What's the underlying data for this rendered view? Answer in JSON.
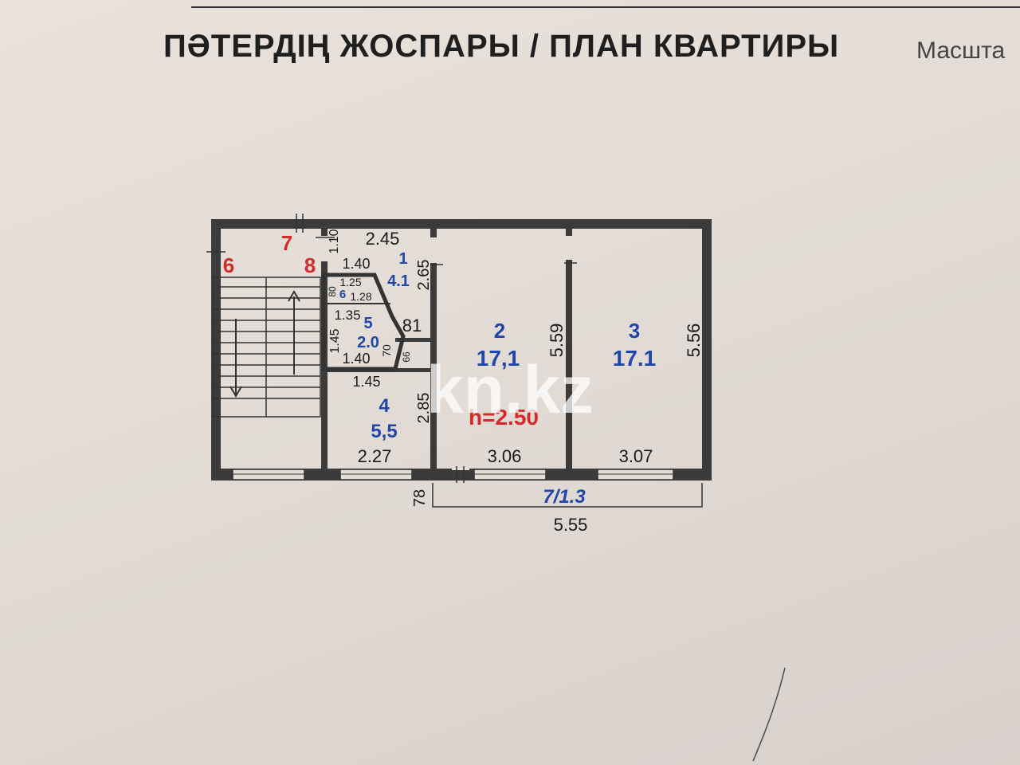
{
  "header": {
    "title": "ПӘТЕРДІҢ ЖОСПАРЫ / ПЛАН КВАРТИРЫ",
    "scale_label": "Масшта"
  },
  "plan": {
    "ceiling_height": "h=2.50",
    "watermark": "kn.kz",
    "rooms": [
      {
        "number": "1",
        "area": "4.1"
      },
      {
        "number": "2",
        "area": "17,1"
      },
      {
        "number": "3",
        "area": "17.1"
      },
      {
        "number": "4",
        "area": "5,5"
      },
      {
        "number": "5",
        "area": "2.0"
      },
      {
        "number": "6",
        "area": ""
      }
    ],
    "markers": [
      "6",
      "7",
      "8"
    ],
    "dimensions": {
      "d_245": "2.45",
      "d_110": "1.10",
      "d_140a": "1.40",
      "d_265": "2.65",
      "d_125": "1.25",
      "d_80": "80",
      "d_128": "1.28",
      "d_135": "1.35",
      "d_81": "81",
      "d_145v": "1.45",
      "d_70": "70",
      "d_140b": "1.40",
      "d_66": "66",
      "d_145h": "1.45",
      "d_285": "2.85",
      "d_227": "2.27",
      "d_306": "3.06",
      "d_559": "5.59",
      "d_307": "3.07",
      "d_556": "5.56",
      "d_78": "78",
      "d_713": "7/1.3",
      "d_555": "5.55"
    }
  }
}
